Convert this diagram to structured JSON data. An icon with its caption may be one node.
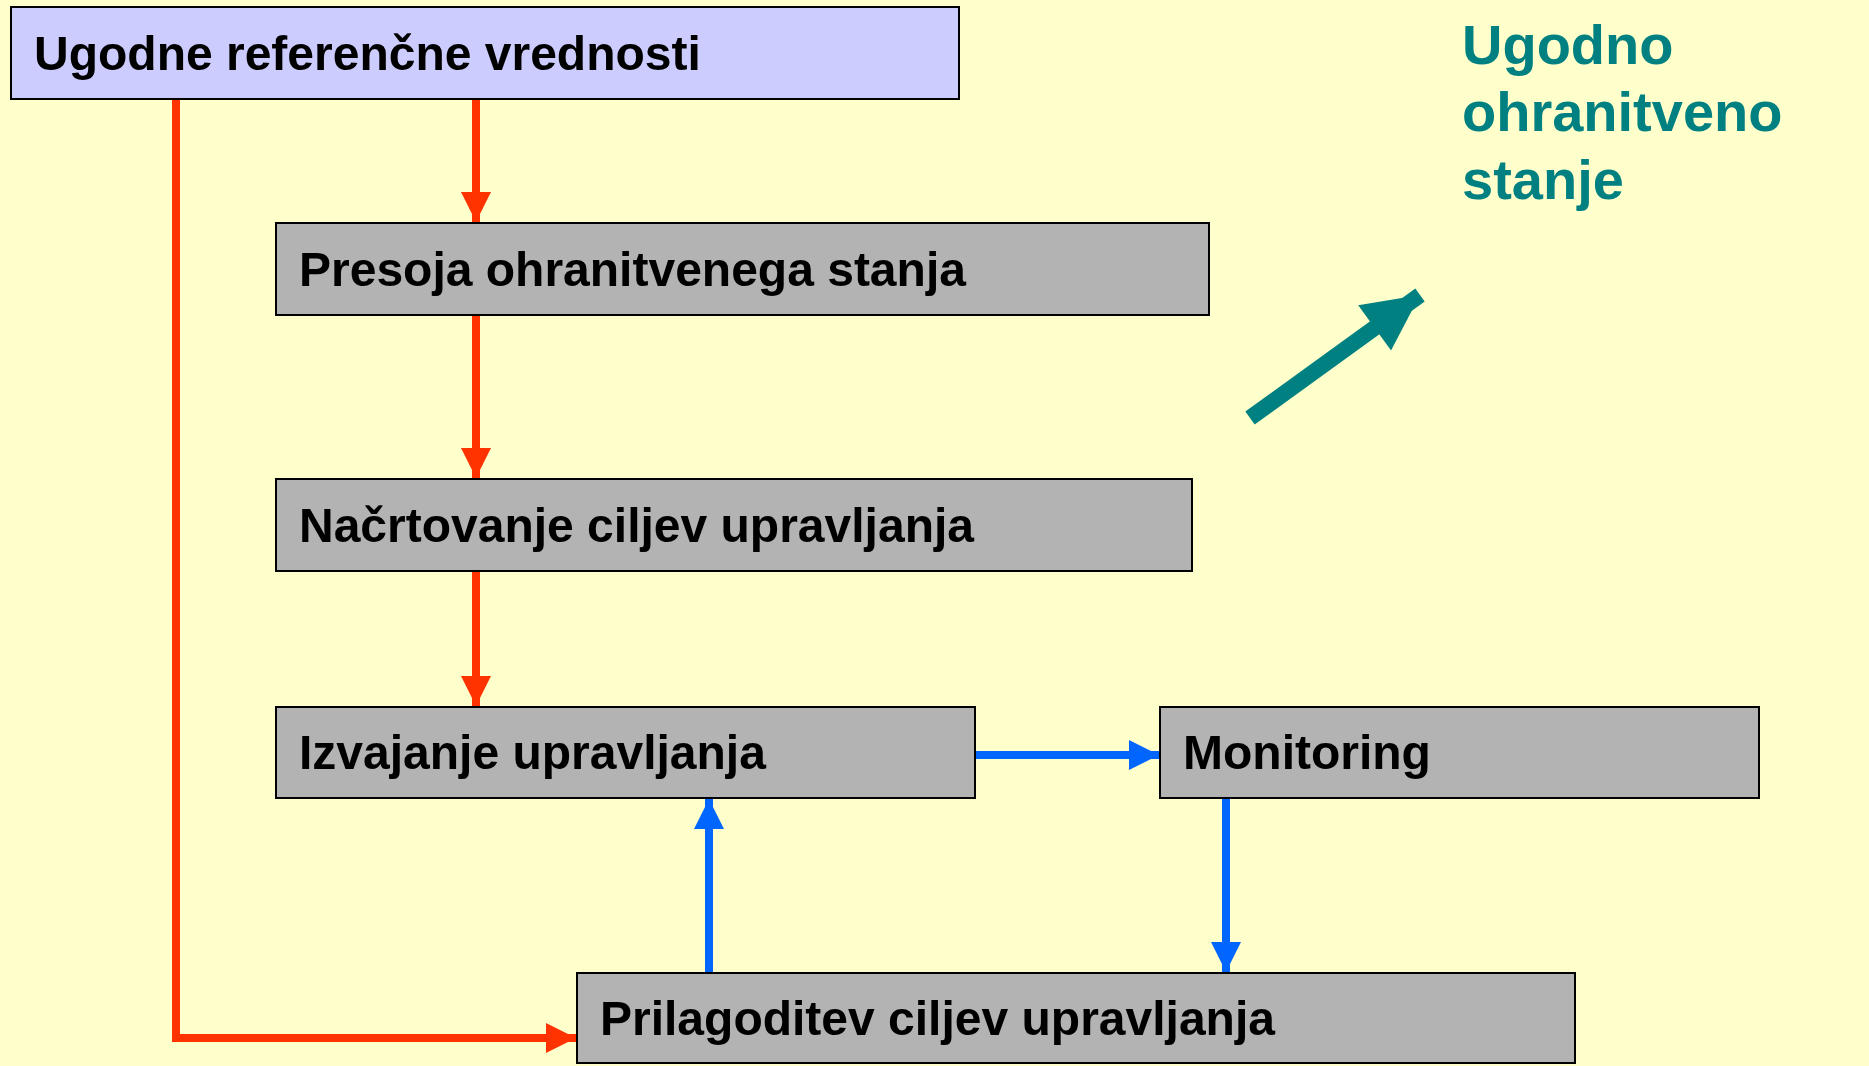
{
  "diagram": {
    "nodes": [
      {
        "text": [
          "Ugodne referenčne vrednosti"
        ]
      },
      {
        "text": [
          "Presoja ohranitvenega stanja"
        ]
      },
      {
        "text": [
          "Načrtovanje ciljev upravljanja"
        ]
      },
      {
        "text": [
          "Izvajanje upravljanja"
        ]
      },
      {
        "text": [
          "Monitoring"
        ]
      },
      {
        "text": [
          "Prilagoditev ciljev upravljanja"
        ]
      },
      {
        "text": [
          "Ugodno ohranitveno stanje"
        ]
      }
    ],
    "edges": [
      {
        "from": 0,
        "to": 1,
        "arrow": "to"
      },
      {
        "from": 1,
        "to": 2,
        "arrow": "to"
      },
      {
        "from": 2,
        "to": 3,
        "arrow": "to"
      },
      {
        "from": 0,
        "to": 5,
        "arrow": "to"
      },
      {
        "from": 3,
        "to": 4,
        "arrow": "to",
        "color": "#0066ff"
      },
      {
        "from": 4,
        "to": 5,
        "arrow": "to",
        "color": "#0066ff"
      },
      {
        "from": 5,
        "to": 3,
        "arrow": "to",
        "color": "#0066ff"
      },
      {
        "from": null,
        "to": 6,
        "arrow": "to",
        "color": "#008080",
        "style": "thick"
      }
    ]
  }
}
